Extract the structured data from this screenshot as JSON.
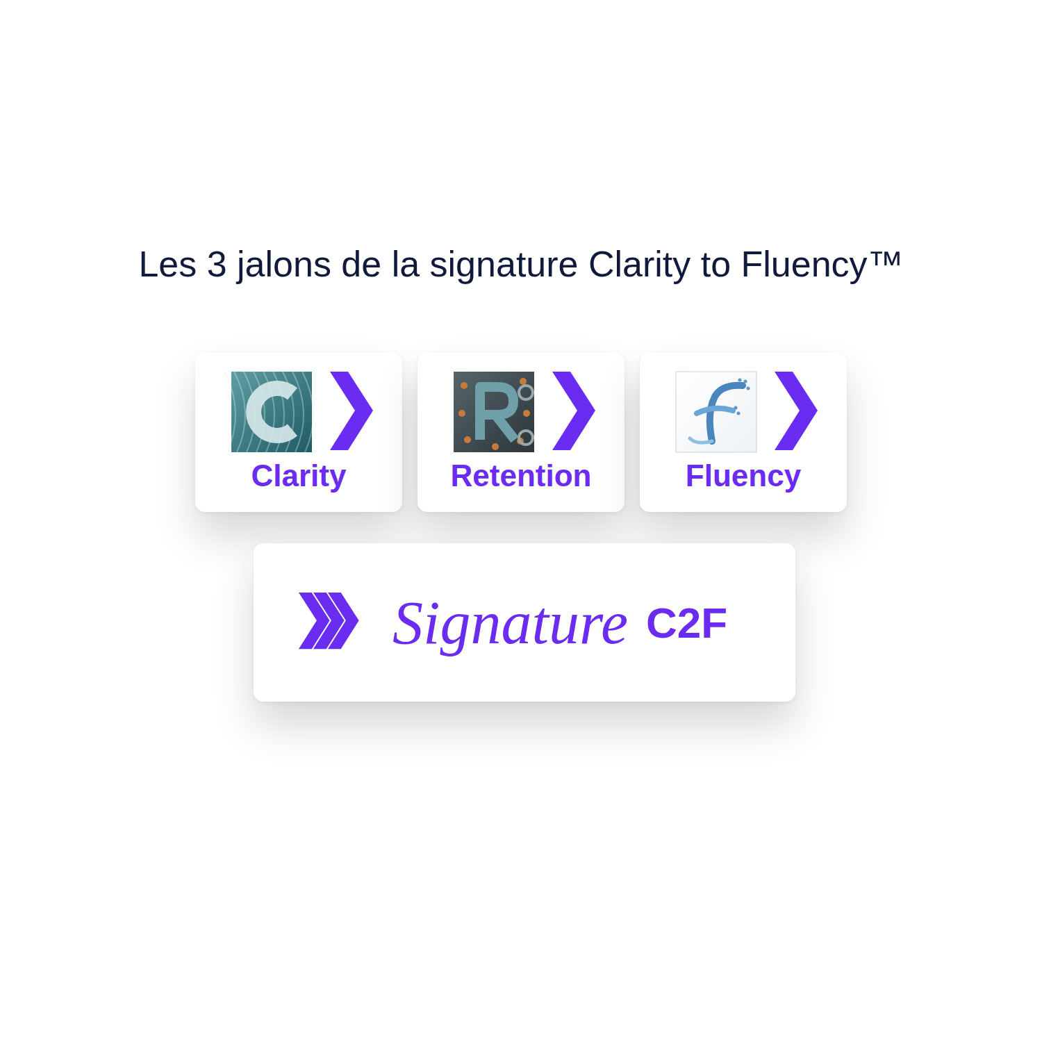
{
  "diagram": {
    "title": "Les 3 jalons de la signature Clarity to Fluency™",
    "nodes": [
      {
        "text": [
          "Clarity"
        ]
      },
      {
        "text": [
          "Retention"
        ]
      },
      {
        "text": [
          "Fluency"
        ]
      },
      {
        "text": [
          "Signature",
          "C2F"
        ]
      }
    ]
  }
}
